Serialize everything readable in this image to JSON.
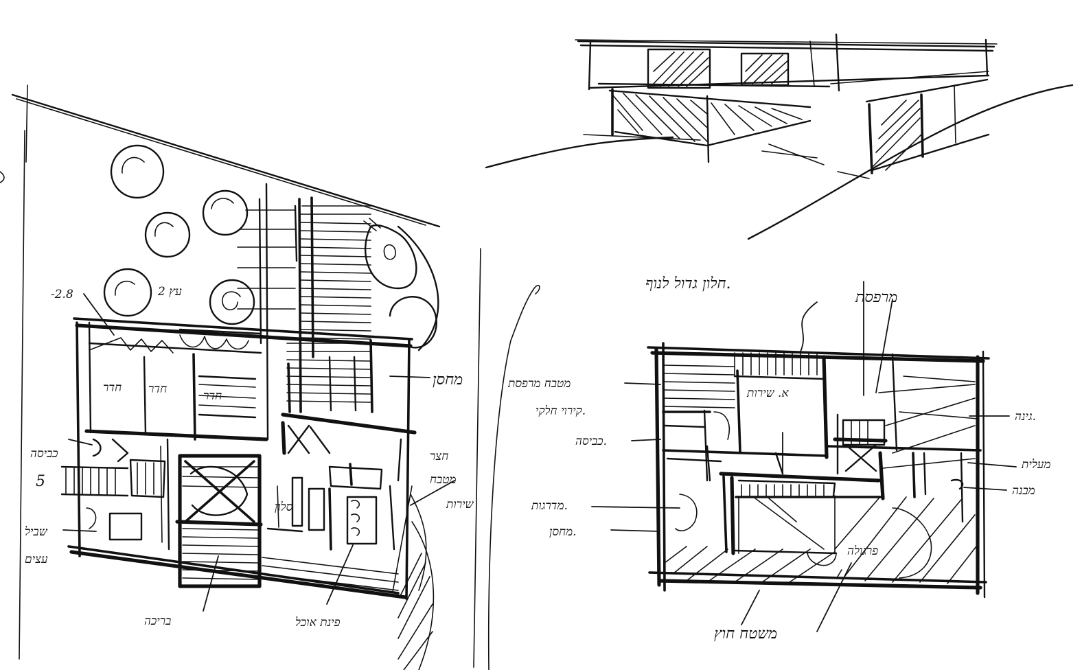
{
  "ink_color": "#111111",
  "paper_color": "#ffffff",
  "left_plan": {
    "labels": {
      "level": "-2.8",
      "tree": "2 עץ",
      "room_1": "חדר",
      "room_2": "חדר",
      "room_3": "חדר",
      "storage": "מחסן",
      "laundry": "כביסה",
      "niche": "5",
      "path": "שביל",
      "trees_note": "עצים",
      "pool": "בריכה",
      "living": "סלון",
      "dining": "פינת אוכל",
      "kitchen": "מטבח",
      "wc": "שירות",
      "yard": "חצר"
    }
  },
  "right_plan": {
    "labels": {
      "top_note": "חלון גדול לנוף.",
      "top_right": "מרפסת",
      "master": "מטבח מרפסת",
      "partial": "קירוי חלקי.",
      "laundry": "כביסה.",
      "service": "א. שירות",
      "stairs": "מדרגות.",
      "storage": "מחסן.",
      "pergola": "פרגולה",
      "bottom": "משטח חוץ",
      "right_1": "גינה.",
      "right_2": "מעלית",
      "right_3": "מבנה"
    }
  }
}
